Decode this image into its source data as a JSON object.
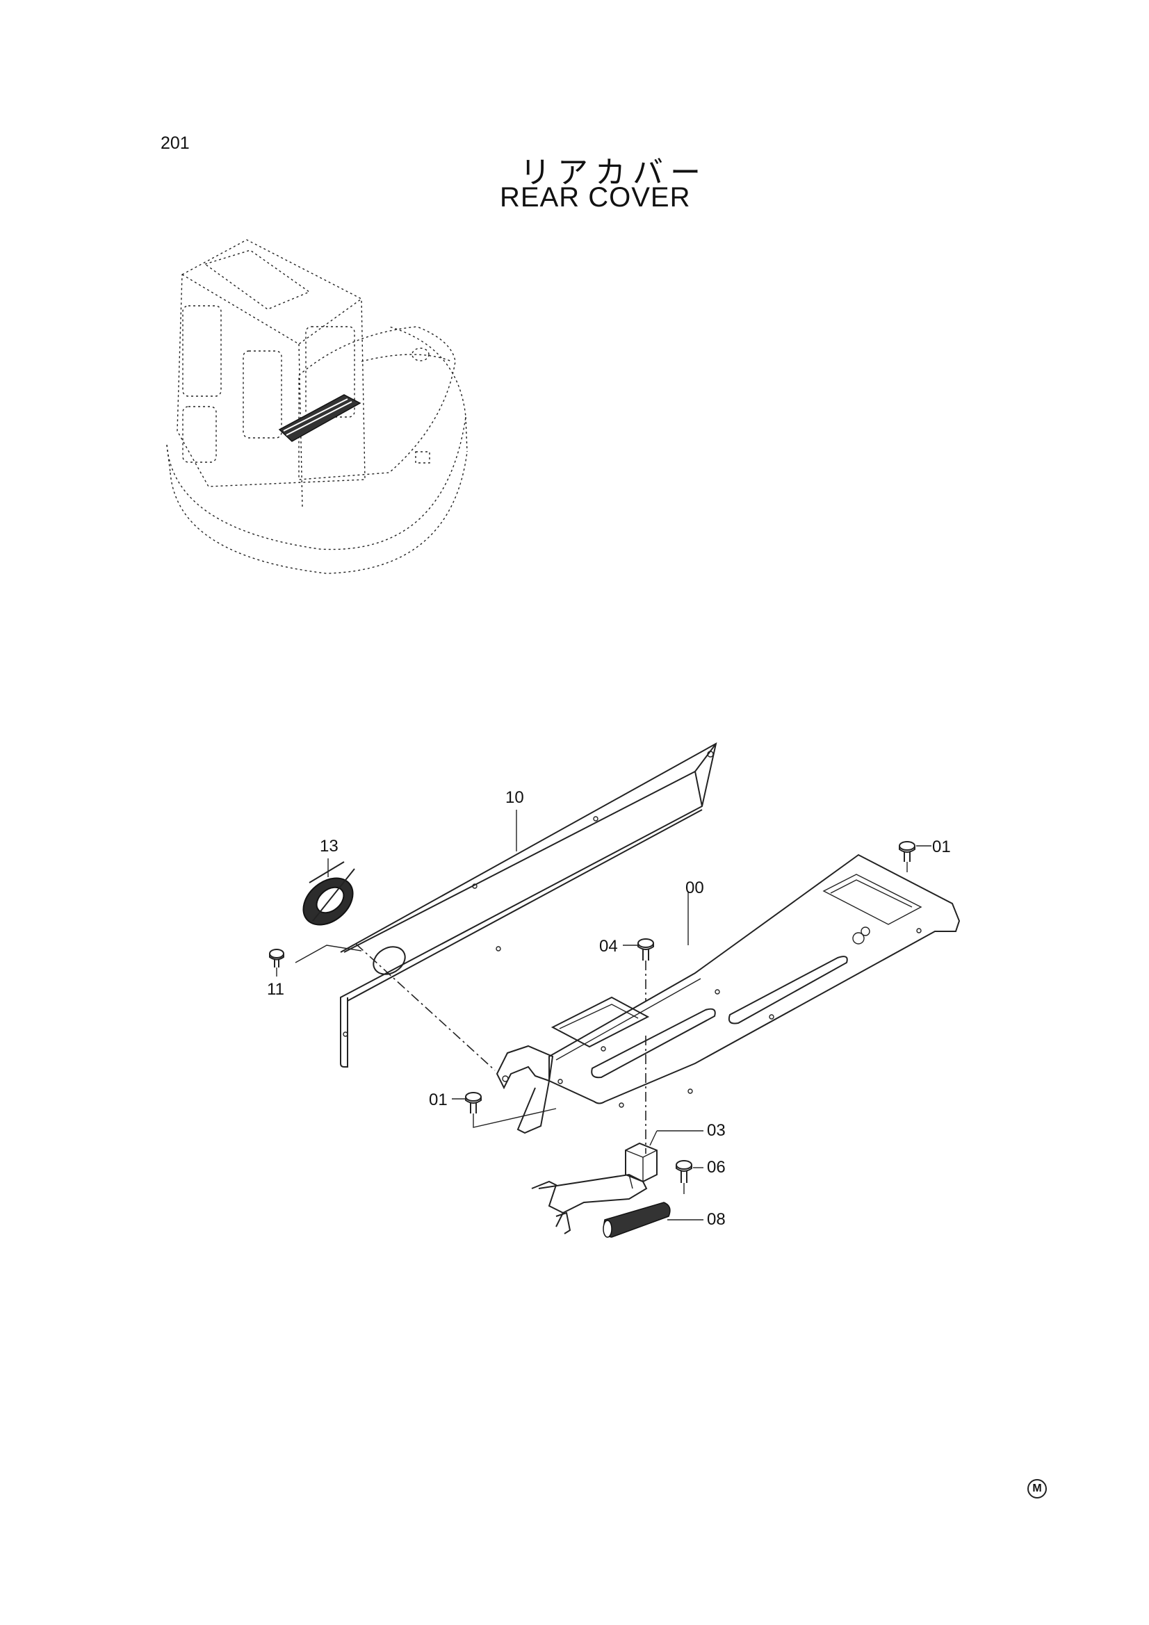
{
  "page": {
    "number": "201"
  },
  "title": {
    "japanese": "リアカバー",
    "english": "REAR COVER"
  },
  "callouts": [
    {
      "id": "callout-00",
      "label": "00"
    },
    {
      "id": "callout-01-top",
      "label": "01"
    },
    {
      "id": "callout-01-bottom",
      "label": "01"
    },
    {
      "id": "callout-03",
      "label": "03"
    },
    {
      "id": "callout-04",
      "label": "04"
    },
    {
      "id": "callout-06",
      "label": "06"
    },
    {
      "id": "callout-08",
      "label": "08"
    },
    {
      "id": "callout-10",
      "label": "10"
    },
    {
      "id": "callout-11",
      "label": "11"
    },
    {
      "id": "callout-13",
      "label": "13"
    }
  ],
  "footer": {
    "mark": "M"
  }
}
